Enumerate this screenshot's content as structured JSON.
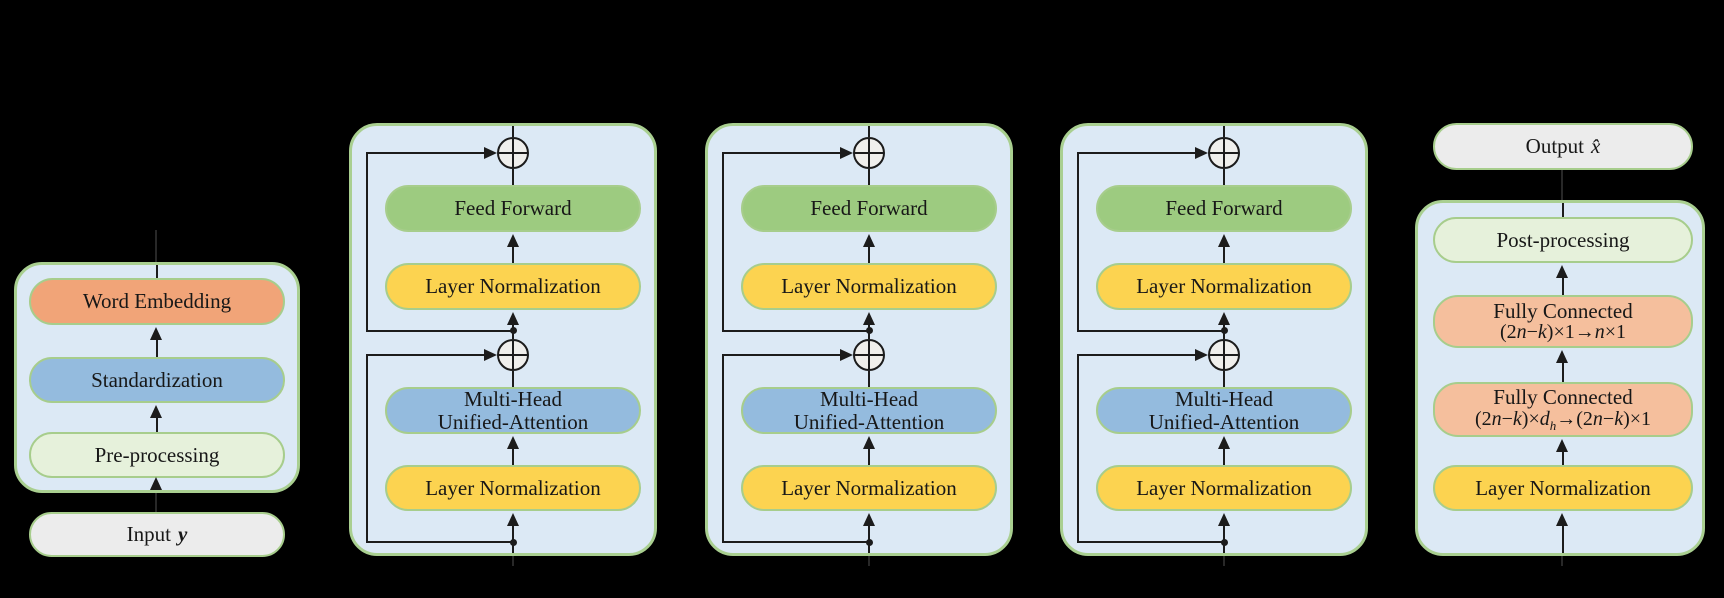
{
  "figure": {
    "background": "#000000",
    "colors": {
      "container_fill": "#dce9f5",
      "container_border": "#a9cf90",
      "box_border": "#a7cd8c",
      "word_embedding_fill": "#f1a478",
      "attention_blue_fill": "#94bbde",
      "feed_forward_fill": "#9dcb80",
      "layer_norm_fill": "#fcd350",
      "processing_green_fill": "#e6f1db",
      "io_gray_fill": "#ececec",
      "fully_connected_fill": "#f5bf9d",
      "add_circle_fill": "#f0efec",
      "line_color": "#1c1c1c"
    }
  },
  "preprocessing_stack": {
    "word_embedding": "Word Embedding",
    "standardization": "Standardization",
    "pre_processing": "Pre-processing",
    "input_label": "Input",
    "input_var": "y"
  },
  "encoders": [
    {
      "feed_forward": "Feed Forward",
      "layer_norm_top": "Layer Normalization",
      "attention_line1": "Multi-Head",
      "attention_line2": "Unified-Attention",
      "layer_norm_bottom": "Layer Normalization"
    },
    {
      "feed_forward": "Feed Forward",
      "layer_norm_top": "Layer Normalization",
      "attention_line1": "Multi-Head",
      "attention_line2": "Unified-Attention",
      "layer_norm_bottom": "Layer Normalization"
    },
    {
      "feed_forward": "Feed Forward",
      "layer_norm_top": "Layer Normalization",
      "attention_line1": "Multi-Head",
      "attention_line2": "Unified-Attention",
      "layer_norm_bottom": "Layer Normalization"
    }
  ],
  "output_stack": {
    "output_label": "Output",
    "output_var": "x̂",
    "post_processing": "Post-processing",
    "fc_top_line1": "Fully Connected",
    "fc_top_line2": "(2n−k)×1→n×1",
    "fc_bottom_line1": "Fully Connected",
    "fc_bottom_line2": "(2n−k)×d_h→(2n−k)×1",
    "layer_normalization": "Layer Normalization"
  },
  "icons": {
    "add_circle": "circled plus (residual add)"
  }
}
